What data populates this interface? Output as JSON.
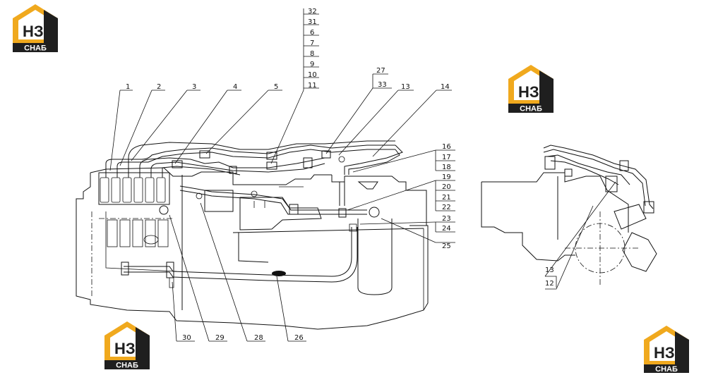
{
  "logos": [
    {
      "id": "tl",
      "mark": "НЗ",
      "caption": "СНАБ"
    },
    {
      "id": "tr",
      "mark": "НЗ",
      "caption": "СНАБ"
    },
    {
      "id": "bl",
      "mark": "НЗ",
      "caption": "СНАБ"
    },
    {
      "id": "br",
      "mark": "НЗ",
      "caption": "СНАБ"
    }
  ],
  "callouts": {
    "c1": "1",
    "c2": "2",
    "c3": "3",
    "c4": "4",
    "c5": "5",
    "c32": "32",
    "c31": "31",
    "c6": "6",
    "c7": "7",
    "c8": "8",
    "c9": "9",
    "c10": "10",
    "c11": "11",
    "c27": "27",
    "c33": "33",
    "c13": "13",
    "c14": "14",
    "c16": "16",
    "c17": "17",
    "c18": "18",
    "c19": "19",
    "c20": "20",
    "c21": "21",
    "c22": "22",
    "c23": "23",
    "c24": "24",
    "c25": "25",
    "c30": "30",
    "c29": "29",
    "c28": "28",
    "c26": "26",
    "side13": "13",
    "side12": "12"
  },
  "colors": {
    "logo_orange": "#f0a91e",
    "logo_dark": "#1f1f1f",
    "ink": "#111111"
  }
}
